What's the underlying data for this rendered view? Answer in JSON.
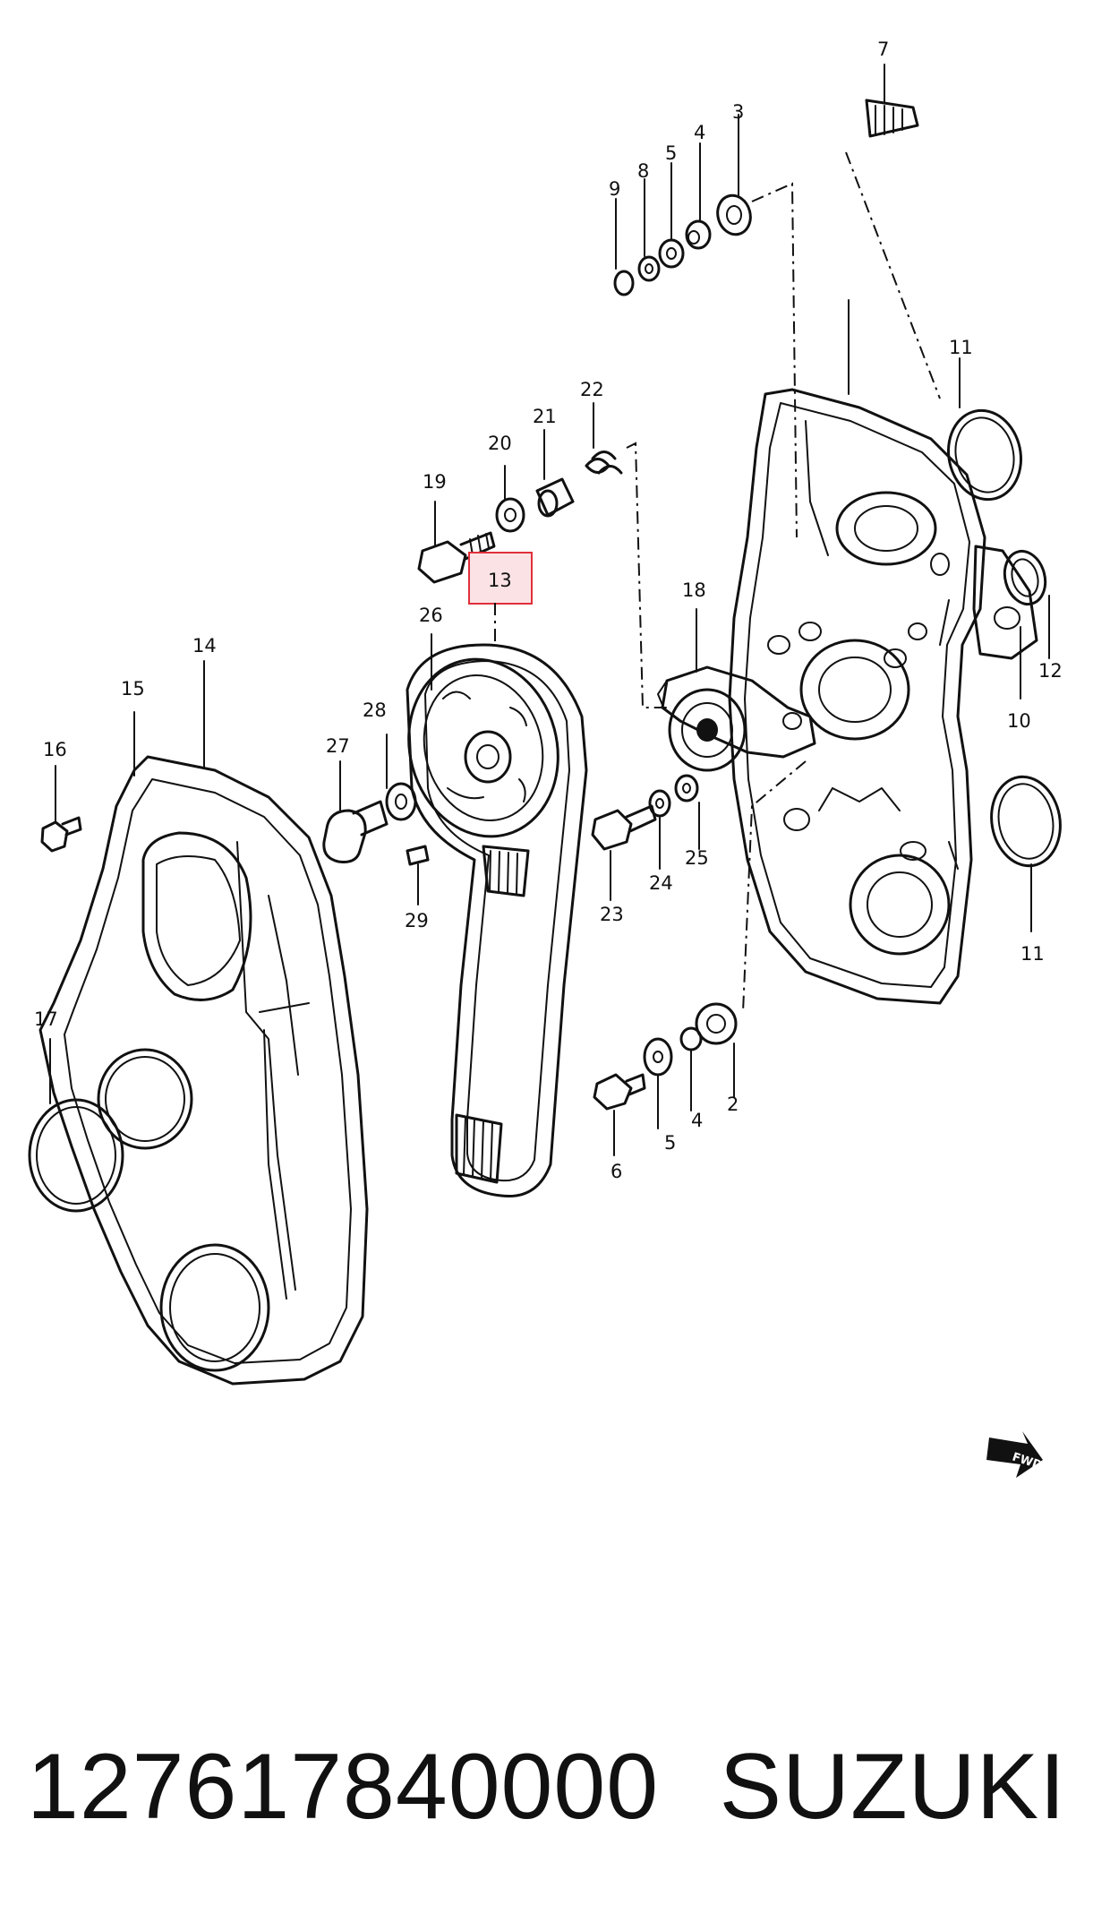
{
  "diagram": {
    "callouts": {
      "c2": "2",
      "c3": "3",
      "c4a": "4",
      "c4b": "4",
      "c5a": "5",
      "c5b": "5",
      "c6": "6",
      "c7": "7",
      "c8": "8",
      "c9": "9",
      "c10": "10",
      "c11a": "11",
      "c11b": "11",
      "c12": "12",
      "c13": "13",
      "c14": "14",
      "c15": "15",
      "c16": "16",
      "c17": "17",
      "c18": "18",
      "c19": "19",
      "c20": "20",
      "c21": "21",
      "c22": "22",
      "c23": "23",
      "c24": "24",
      "c25": "25",
      "c26": "26",
      "c27": "27",
      "c28": "28",
      "c29": "29"
    },
    "direction_arrow": "FWD",
    "highlight_color": "#e0303a",
    "highlight_fill": "#fbe3e5",
    "ink_color": "#111111"
  },
  "footer": {
    "part_number": "127617840000",
    "brand": "SUZUKI"
  }
}
